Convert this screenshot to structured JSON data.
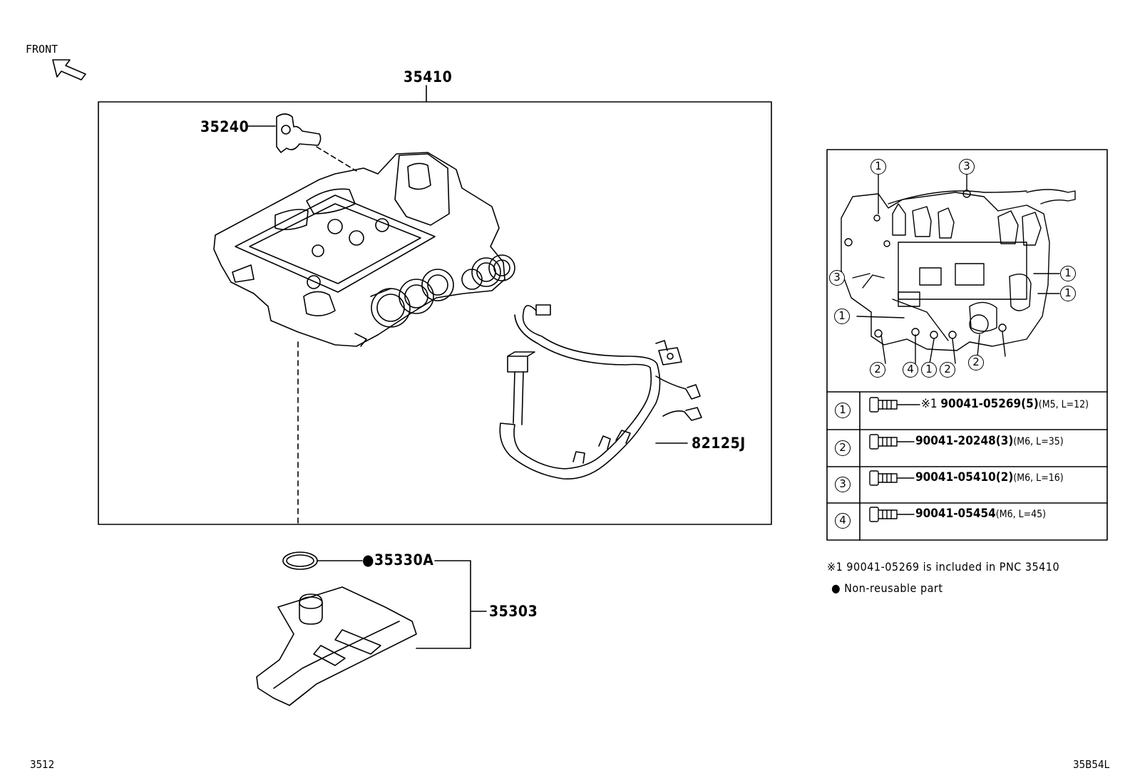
{
  "front_label": "FRONT",
  "main_assembly": {
    "part": "35410"
  },
  "parts": {
    "solenoid": "35240",
    "harness": "82125J",
    "gasket": "35330A",
    "gasket_marker": "●",
    "strainer": "35303"
  },
  "legend": {
    "keys": [
      "1",
      "2",
      "3",
      "4"
    ],
    "rows": [
      {
        "key": "1",
        "prefix": "※1 ",
        "part": "90041-05269(5)",
        "spec": "(M5, L=12)"
      },
      {
        "key": "2",
        "prefix": "",
        "part": "90041-20248(3)",
        "spec": "(M6, L=35)"
      },
      {
        "key": "3",
        "prefix": "",
        "part": "90041-05410(2)",
        "spec": "(M6, L=16)"
      },
      {
        "key": "4",
        "prefix": "",
        "part": "90041-05454",
        "spec": "(M6, L=45)"
      }
    ]
  },
  "notes": {
    "included": "※1 90041-05269 is included in PNC 35410",
    "nonreusable_bullet": "●",
    "nonreusable": "Non-reusable part"
  },
  "footer": {
    "left": "3512",
    "right": "35B54L"
  }
}
